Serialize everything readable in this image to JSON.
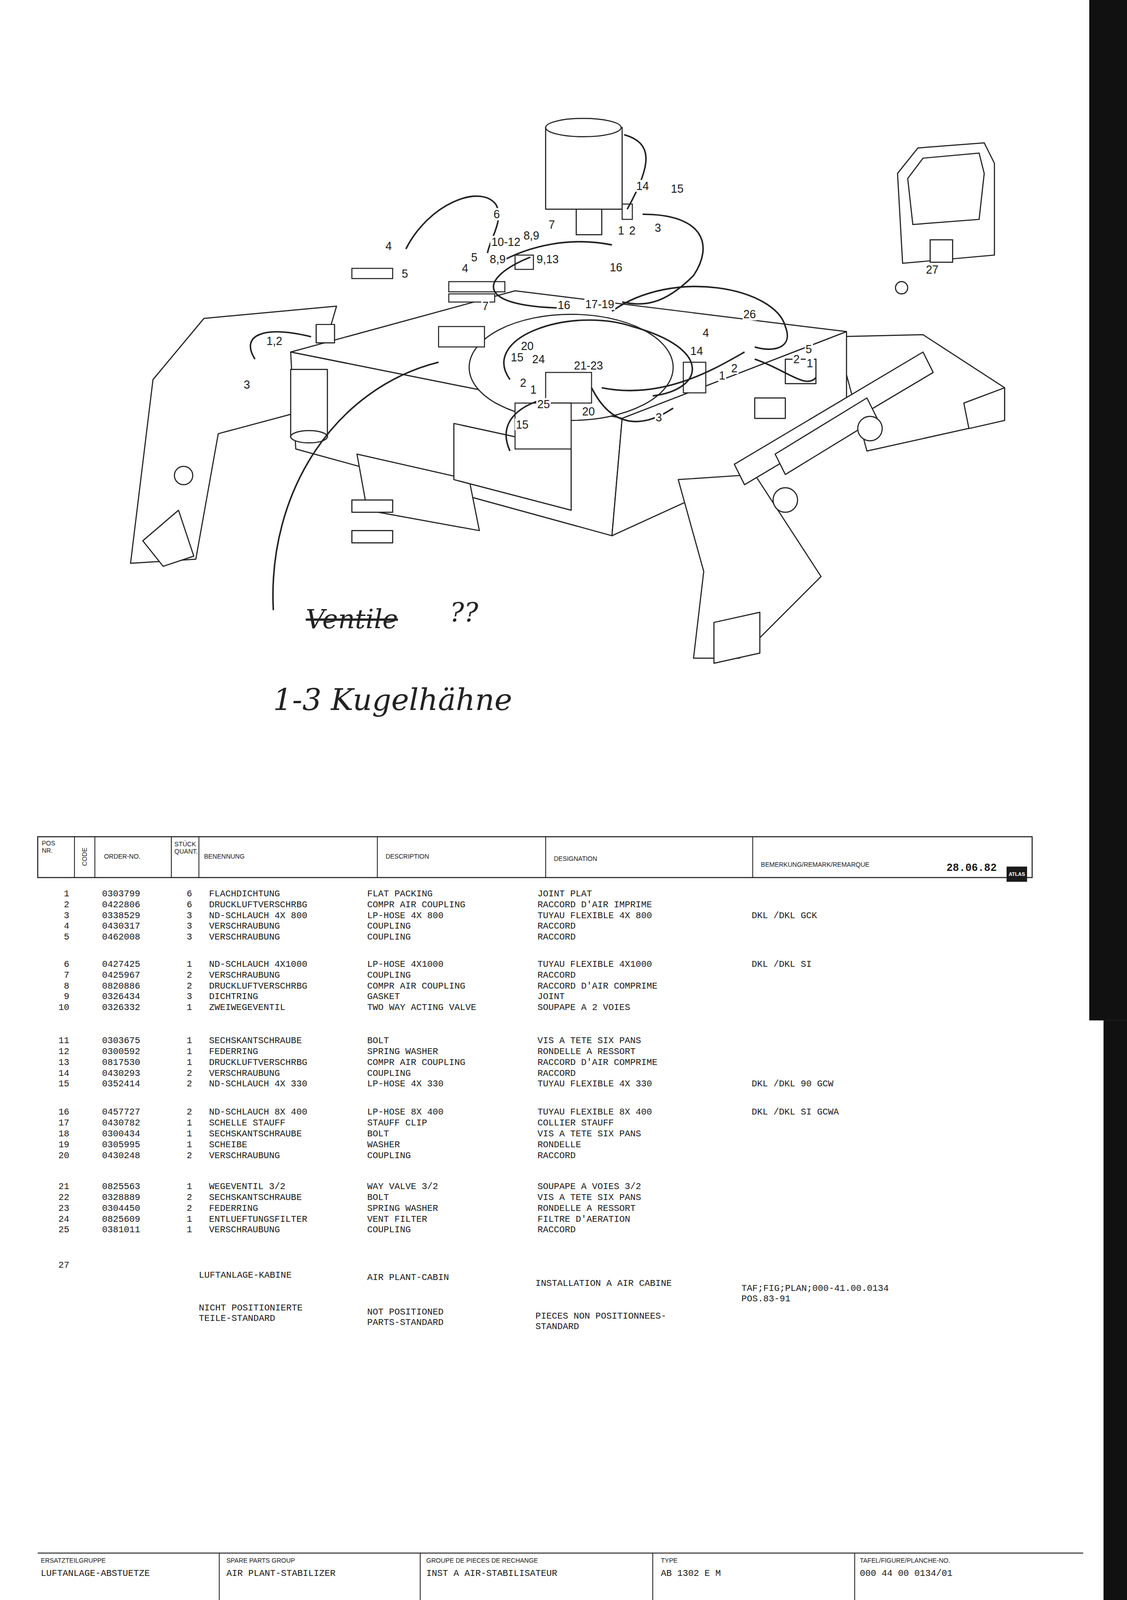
{
  "diagram": {
    "labels": [
      "6",
      "4",
      "5",
      "5",
      "4",
      "8,9",
      "10-12",
      "8,9",
      "7",
      "9,13",
      "16",
      "14",
      "15",
      "1",
      "2",
      "3",
      "7",
      "16",
      "17-19",
      "26",
      "1,2",
      "3",
      "20",
      "15",
      "24",
      "21-23",
      "2",
      "1",
      "4",
      "14",
      "2",
      "1",
      "5",
      "2",
      "1",
      "25",
      "20",
      "3",
      "15",
      "27",
      "Ventile",
      "??",
      "1-3 Kugelhähne",
      "POS NR.",
      "CODE",
      "ORDER-NO.",
      "STÜCK QUANT.",
      "BENENNUNG",
      "DESCRIPTION",
      "DESIGNATION",
      "BEMERKUNG/REMARK/REMARQUE",
      "28.06.82",
      "ATLAS",
      "1",
      "0303799",
      "6",
      "FLACHDICHTUNG",
      "FLAT PACKING",
      "JOINT PLAT",
      "2",
      "0422806",
      "6",
      "DRUCKLUFTVERSCHRBG",
      "COMPR AIR COUPLING",
      "RACCORD D'AIR IMPRIME",
      "3",
      "0338529",
      "3",
      "ND-SCHLAUCH 4X 800",
      "LP-HOSE 4X 800",
      "TUYAU FLEXIBLE 4X 800",
      "DKL /DKL GCK",
      "4",
      "0430317",
      "3",
      "VERSCHRAUBUNG",
      "COUPLING",
      "RACCORD",
      "5",
      "0462008",
      "3",
      "VERSCHRAUBUNG",
      "COUPLING",
      "RACCORD",
      "6",
      "0427425",
      "1",
      "ND-SCHLAUCH 4X1000",
      "LP-HOSE 4X1000",
      "TUYAU FLEXIBLE 4X1000",
      "DKL /DKL SI",
      "7",
      "0425967",
      "2",
      "VERSCHRAUBUNG",
      "COUPLING",
      "RACCORD",
      "8",
      "0820886",
      "2",
      "DRUCKLUFTVERSCHRBG",
      "COMPR AIR COUPLING",
      "RACCORD D'AIR COMPRIME",
      "9",
      "0326434",
      "3",
      "DICHTRING",
      "GASKET",
      "JOINT",
      "10",
      "0326332",
      "1",
      "ZWEIWEGEVENTIL",
      "TWO WAY ACTING VALVE",
      "SOUPAPE A 2 VOIES",
      "11",
      "0303675",
      "1",
      "SECHSKANTSCHRAUBE",
      "BOLT",
      "VIS A TETE SIX PANS",
      "12",
      "0300592",
      "1",
      "FEDERRING",
      "SPRING WASHER",
      "RONDELLE A RESSORT",
      "13",
      "0817530",
      "1",
      "DRUCKLUFTVERSCHRBG",
      "COMPR AIR COUPLING",
      "RACCORD D'AIR COMPRIME",
      "14",
      "0430293",
      "2",
      "VERSCHRAUBUNG",
      "COUPLING",
      "RACCORD",
      "15",
      "0352414",
      "2",
      "ND-SCHLAUCH 4X 330",
      "LP-HOSE 4X 330",
      "TUYAU FLEXIBLE 4X 330",
      "DKL /DKL 90 GCW",
      "16",
      "0457727",
      "2",
      "ND-SCHLAUCH 8X 400",
      "LP-HOSE 8X 400",
      "TUYAU FLEXIBLE 8X 400",
      "DKL /DKL SI GCWA",
      "17",
      "0430782",
      "1",
      "SCHELLE STAUFF",
      "STAUFF CLIP",
      "COLLIER STAUFF",
      "18",
      "0300434",
      "1",
      "SECHSKANTSCHRAUBE",
      "BOLT",
      "VIS A TETE SIX PANS",
      "19",
      "0305995",
      "1",
      "SCHEIBE",
      "WASHER",
      "RONDELLE",
      "20",
      "0430248",
      "2",
      "VERSCHRAUBUNG",
      "COUPLING",
      "RACCORD",
      "21",
      "0825563",
      "1",
      "WEGEVENTIL 3/2",
      "WAY VALVE 3/2",
      "SOUPAPE A VOIES 3/2",
      "22",
      "0328889",
      "2",
      "SECHSKANTSCHRAUBE",
      "BOLT",
      "VIS A TETE SIX PANS",
      "23",
      "0304450",
      "2",
      "FEDERRING",
      "SPRING WASHER",
      "RONDELLE A RESSORT",
      "24",
      "0825609",
      "1",
      "ENTLUEFTUNGSFILTER",
      "VENT FILTER",
      "FILTRE D'AERATION",
      "25",
      "0381011",
      "1",
      "VERSCHRAUBUNG",
      "COUPLING",
      "RACCORD",
      "27",
      "LUFTANLAGE-KABINE",
      "AIR PLANT-CABIN",
      "INSTALLATION A AIR CABINE",
      "TAF;FIG;PLAN;000-41.00.0134 POS.83-91",
      "NICHT POSITIONIERTE TEILE-STANDARD",
      "NOT POSITIONED PARTS-STANDARD",
      "PIECES NON POSITIONNEES- STANDARD",
      "ERSATZTEILGRUPPE",
      "LUFTANLAGE-ABSTUETZE",
      "SPARE PARTS GROUP",
      "AIR PLANT-STABILIZER",
      "GROUPE DE PIECES DE RECHANGE",
      "INST A AIR-STABILISATEUR",
      "TYPE",
      "AB 1302 E M",
      "TAFEL/FIGURE/PLANCHE-NO.",
      "000 44 00 0134/01"
    ]
  }
}
